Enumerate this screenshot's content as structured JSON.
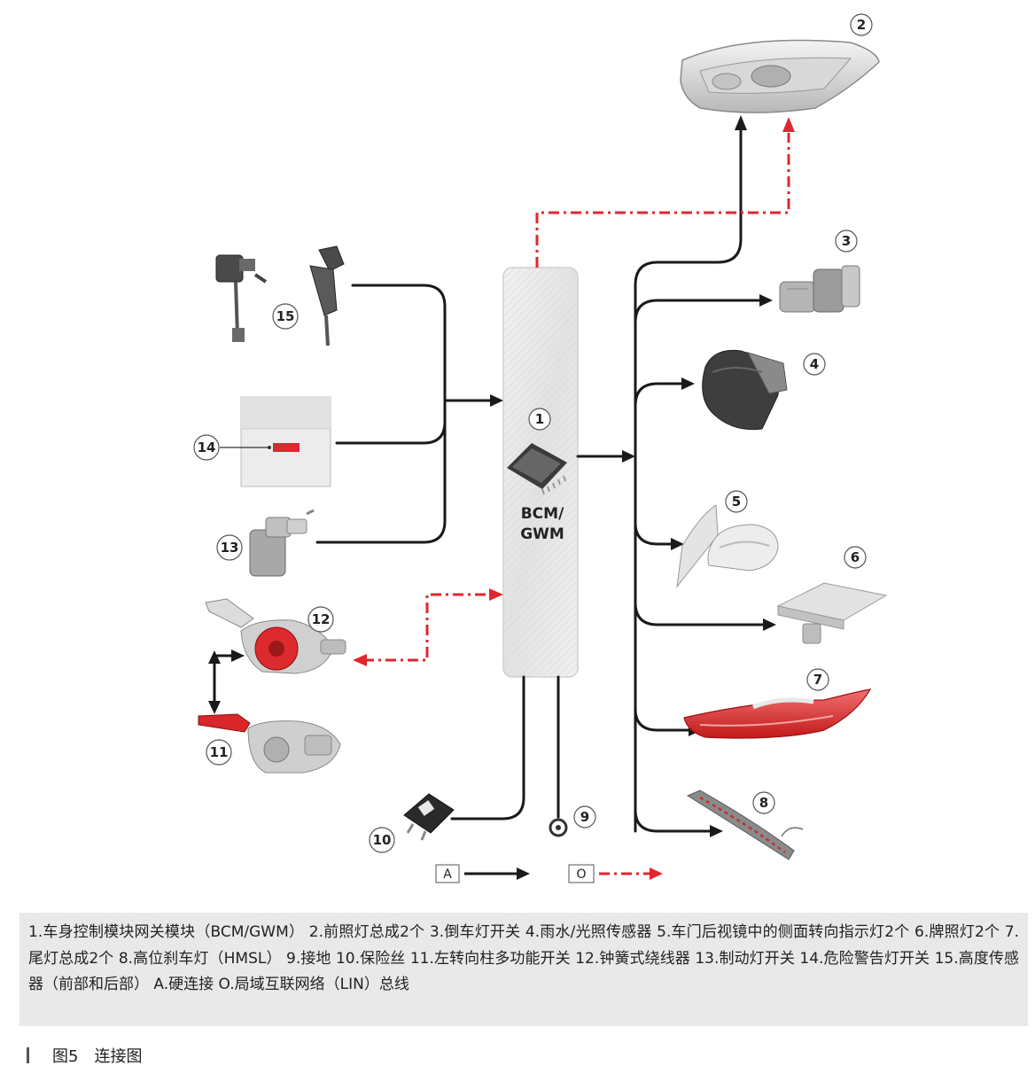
{
  "bcm_label": [
    "BCM/",
    "GWM"
  ],
  "numbers": {
    "n1": "1",
    "n2": "2",
    "n3": "3",
    "n4": "4",
    "n5": "5",
    "n6": "6",
    "n7": "7",
    "n8": "8",
    "n9": "9",
    "n10": "10",
    "n11": "11",
    "n12": "12",
    "n13": "13",
    "n14": "14",
    "n15": "15"
  },
  "legend": {
    "hard_key": "A",
    "lin_key": "O"
  },
  "colors": {
    "hard_line": "#1a1a1a",
    "lin_line": "#e0262e"
  },
  "caption": "1.车身控制模块网关模块（BCM/GWM） 2.前照灯总成2个 3.倒车灯开关 4.雨水/光照传感器 5.车门后视镜中的侧面转向指示灯2个 6.牌照灯2个 7.尾灯总成2个 8.高位刹车灯（HMSL） 9.接地 10.保险丝 11.左转向柱多功能开关 12.钟簧式绕线器 13.制动灯开关 14.危险警告灯开关 15.高度传感器（前部和后部） A.硬连接 O.局域互联网络（LIN）总线",
  "figure_label": "图5　连接图"
}
